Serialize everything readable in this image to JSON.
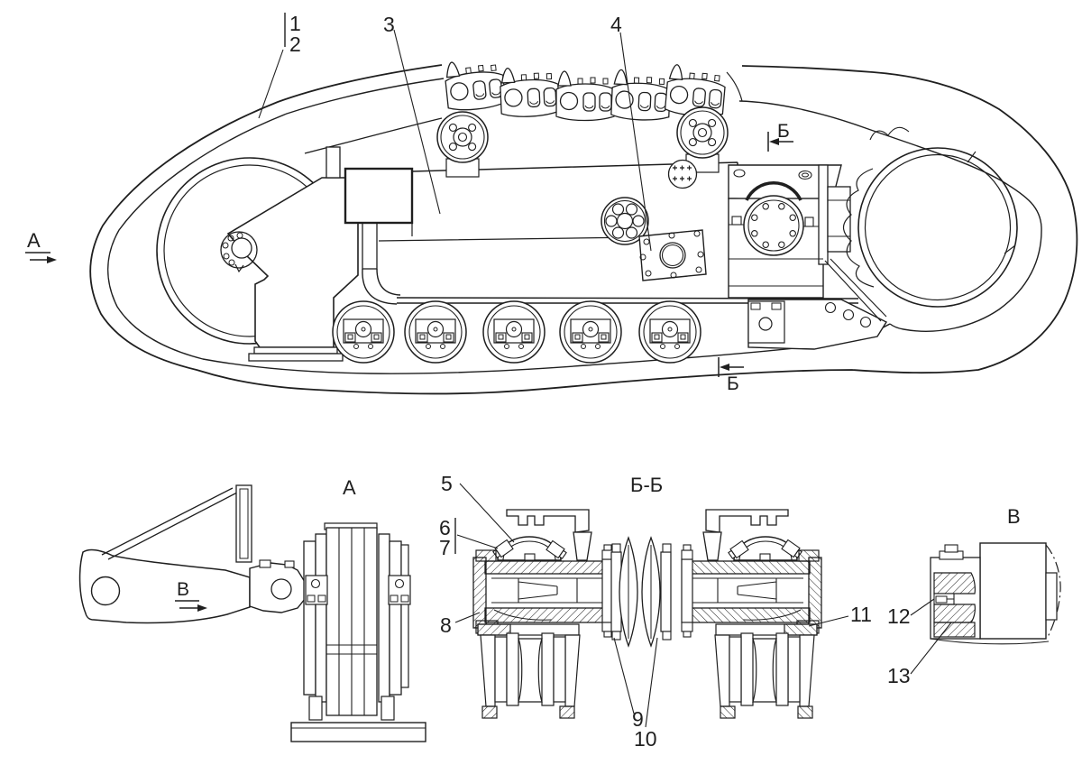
{
  "figure": {
    "kind": "engineering line drawing",
    "subject": "crawler track undercarriage assembly with section views",
    "ink_color": "#1f1f1f",
    "paper_color": "#ffffff"
  },
  "main_view": {
    "callout_1": "1",
    "callout_2": "2",
    "callout_3": "3",
    "callout_4": "4",
    "view_arrow_a": "А",
    "section_marker_top": "Б",
    "section_marker_bottom": "Б"
  },
  "view_a": {
    "label": "А",
    "view_arrow_v": "В"
  },
  "section_bb": {
    "label": "Б-Б",
    "callout_5": "5",
    "callout_6": "6",
    "callout_7": "7",
    "callout_8": "8",
    "callout_9": "9",
    "callout_10": "10",
    "callout_11": "11"
  },
  "view_v": {
    "label": "В",
    "callout_12": "12",
    "callout_13": "13"
  }
}
